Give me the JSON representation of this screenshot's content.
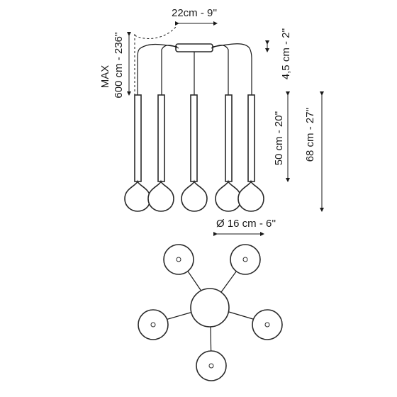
{
  "dimensions": {
    "canopy_width": "22cm - 9''",
    "max_drop": "MAX\n600 cm - 236''",
    "canopy_height": "4,5 cm - 2''",
    "tube_length": "50 cm - 20''",
    "total_height": "68 cm - 27''",
    "shade_diameter": "Ø 16 cm - 6''"
  },
  "colors": {
    "line": "#1a1a1a",
    "shade_fill": "#ffffff"
  }
}
